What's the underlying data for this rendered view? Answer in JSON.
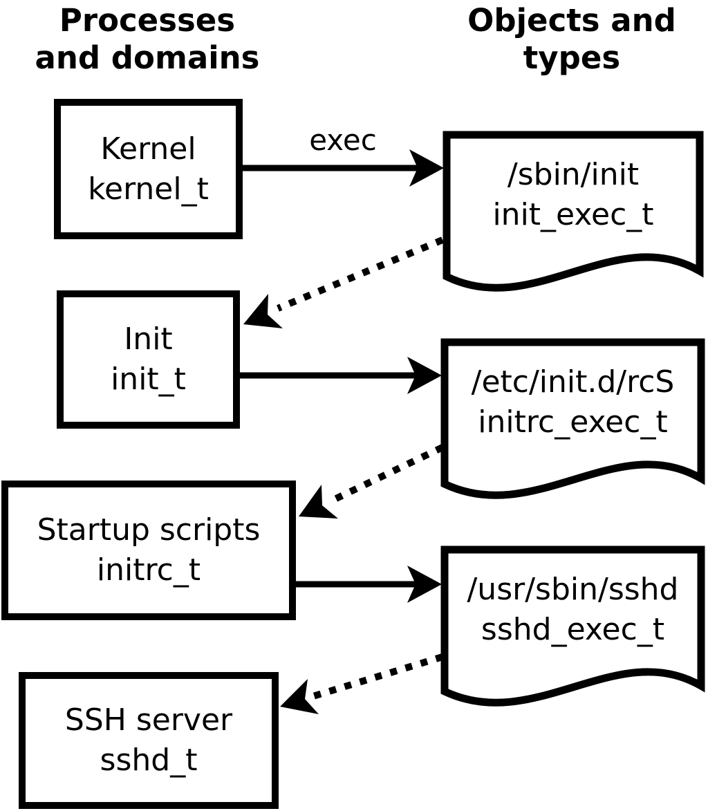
{
  "diagram": {
    "title_implicit": "SELinux domain transitions",
    "headers": {
      "left": "Processes\nand domains",
      "right": "Objects and\ntypes"
    },
    "exec_label": "exec",
    "processes": [
      {
        "label": "Kernel",
        "type": "kernel_t"
      },
      {
        "label": "Init",
        "type": "init_t"
      },
      {
        "label": "Startup scripts",
        "type": "initrc_t"
      },
      {
        "label": "SSH server",
        "type": "sshd_t"
      }
    ],
    "objects": [
      {
        "path": "/sbin/init",
        "type": "init_exec_t"
      },
      {
        "path": "/etc/init.d/rcS",
        "type": "initrc_exec_t"
      },
      {
        "path": "/usr/sbin/sshd",
        "type": "sshd_exec_t"
      }
    ],
    "colors": {
      "ink": "#000000",
      "background": "#ffffff"
    }
  }
}
